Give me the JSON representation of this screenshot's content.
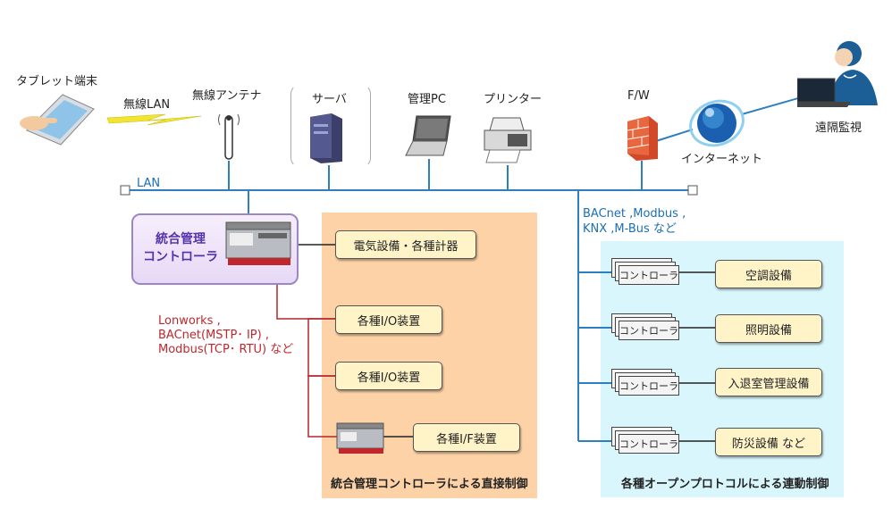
{
  "devices": {
    "tablet": "タブレット端末",
    "wireless_lan": "無線LAN",
    "antenna": "無線アンテナ",
    "server": "サーバ",
    "pc": "管理PC",
    "printer": "プリンター",
    "firewall": "F/W",
    "internet": "インターネット",
    "remote": "遠隔監視"
  },
  "lan_label": "LAN",
  "controller": {
    "line1": "統合管理",
    "line2": "コントローラ"
  },
  "direct": {
    "power": "電気設備・各種計器",
    "io1": "各種I/O装置",
    "io2": "各種I/O装置",
    "if": "各種I/F装置",
    "title": "統合管理コントローラによる直接制御",
    "protocols": [
      "Lonworks ,",
      "BACnet(MSTP･ IP) ,",
      "Modbus(TCP･ RTU) など"
    ]
  },
  "open": {
    "protocols": [
      "BACnet ,Modbus ,",
      "KNX ,M-Bus など"
    ],
    "controller_label": "コントローラ",
    "equipment": [
      "空調設備",
      "照明設備",
      "入退室管理設備",
      "防災設備  など"
    ],
    "title": "各種オープンプロトコルによる連動制御"
  },
  "colors": {
    "lan": "#2e7fc0",
    "red": "#b3262c",
    "ctrl_text": "#5533aa"
  }
}
